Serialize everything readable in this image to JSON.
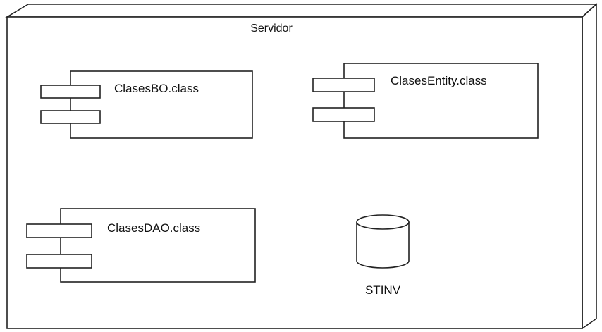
{
  "node": {
    "title": "Servidor"
  },
  "components": [
    {
      "label": "ClasesBO.class"
    },
    {
      "label": "ClasesEntity.class"
    },
    {
      "label": "ClasesDAO.class"
    }
  ],
  "database": {
    "label": "STINV"
  }
}
